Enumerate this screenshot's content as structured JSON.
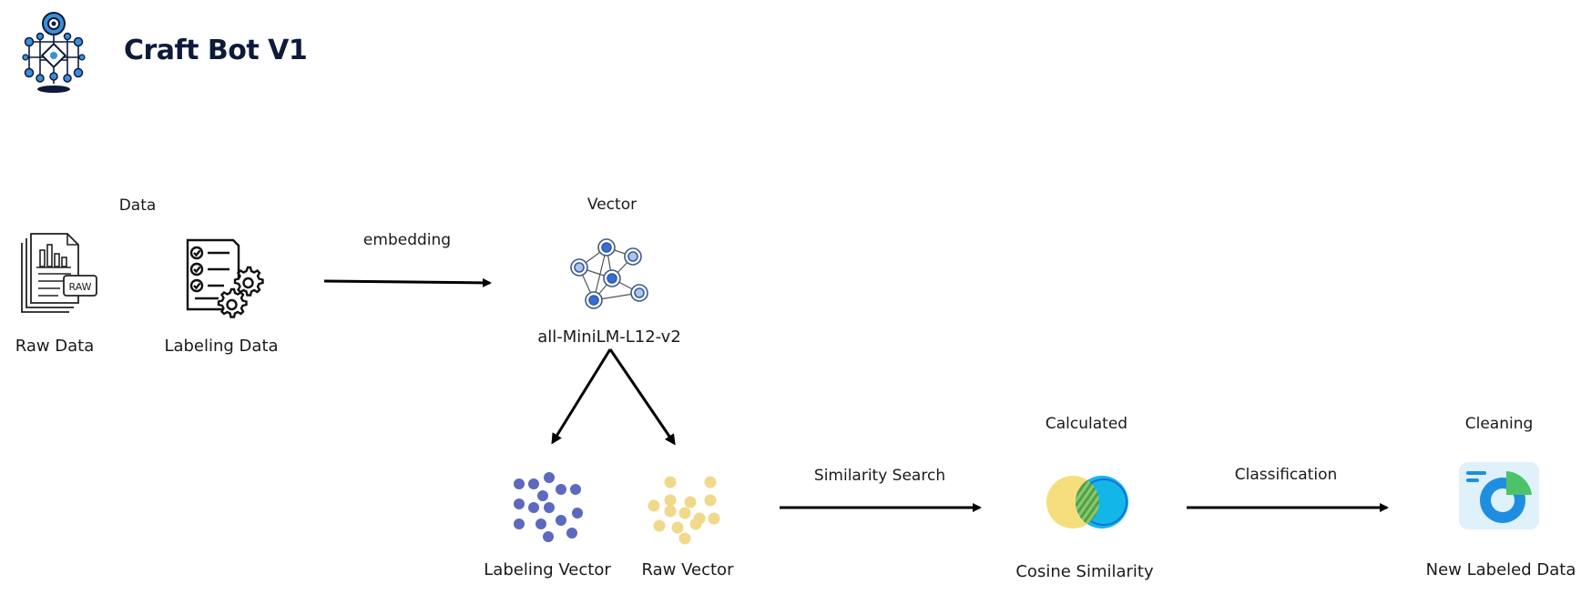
{
  "header": {
    "title": "Craft Bot V1",
    "logo_icon": "robot-logo-icon"
  },
  "stages": {
    "data": {
      "heading": "Data",
      "raw": {
        "label": "Raw Data",
        "badge": "RAW",
        "icon": "document-stack-icon"
      },
      "labeling": {
        "label": "Labeling Data",
        "icon": "checklist-gears-icon"
      }
    },
    "embedding": {
      "label": "embedding"
    },
    "vector": {
      "heading": "Vector",
      "model": "all-MiniLM-L12-v2",
      "icon": "network-graph-icon"
    },
    "vectors": {
      "labeling": {
        "label": "Labeling Vector",
        "color": "#5b6abf"
      },
      "raw": {
        "label": "Raw Vector",
        "color": "#f0d98a"
      }
    },
    "search": {
      "label": "Similarity Search"
    },
    "calculated": {
      "heading": "Calculated",
      "label": "Cosine Similarity",
      "icon": "venn-overlap-icon"
    },
    "classification": {
      "label": "Classification"
    },
    "cleaning": {
      "heading": "Cleaning",
      "label": "New Labeled Data",
      "icon": "donut-chart-icon"
    }
  }
}
